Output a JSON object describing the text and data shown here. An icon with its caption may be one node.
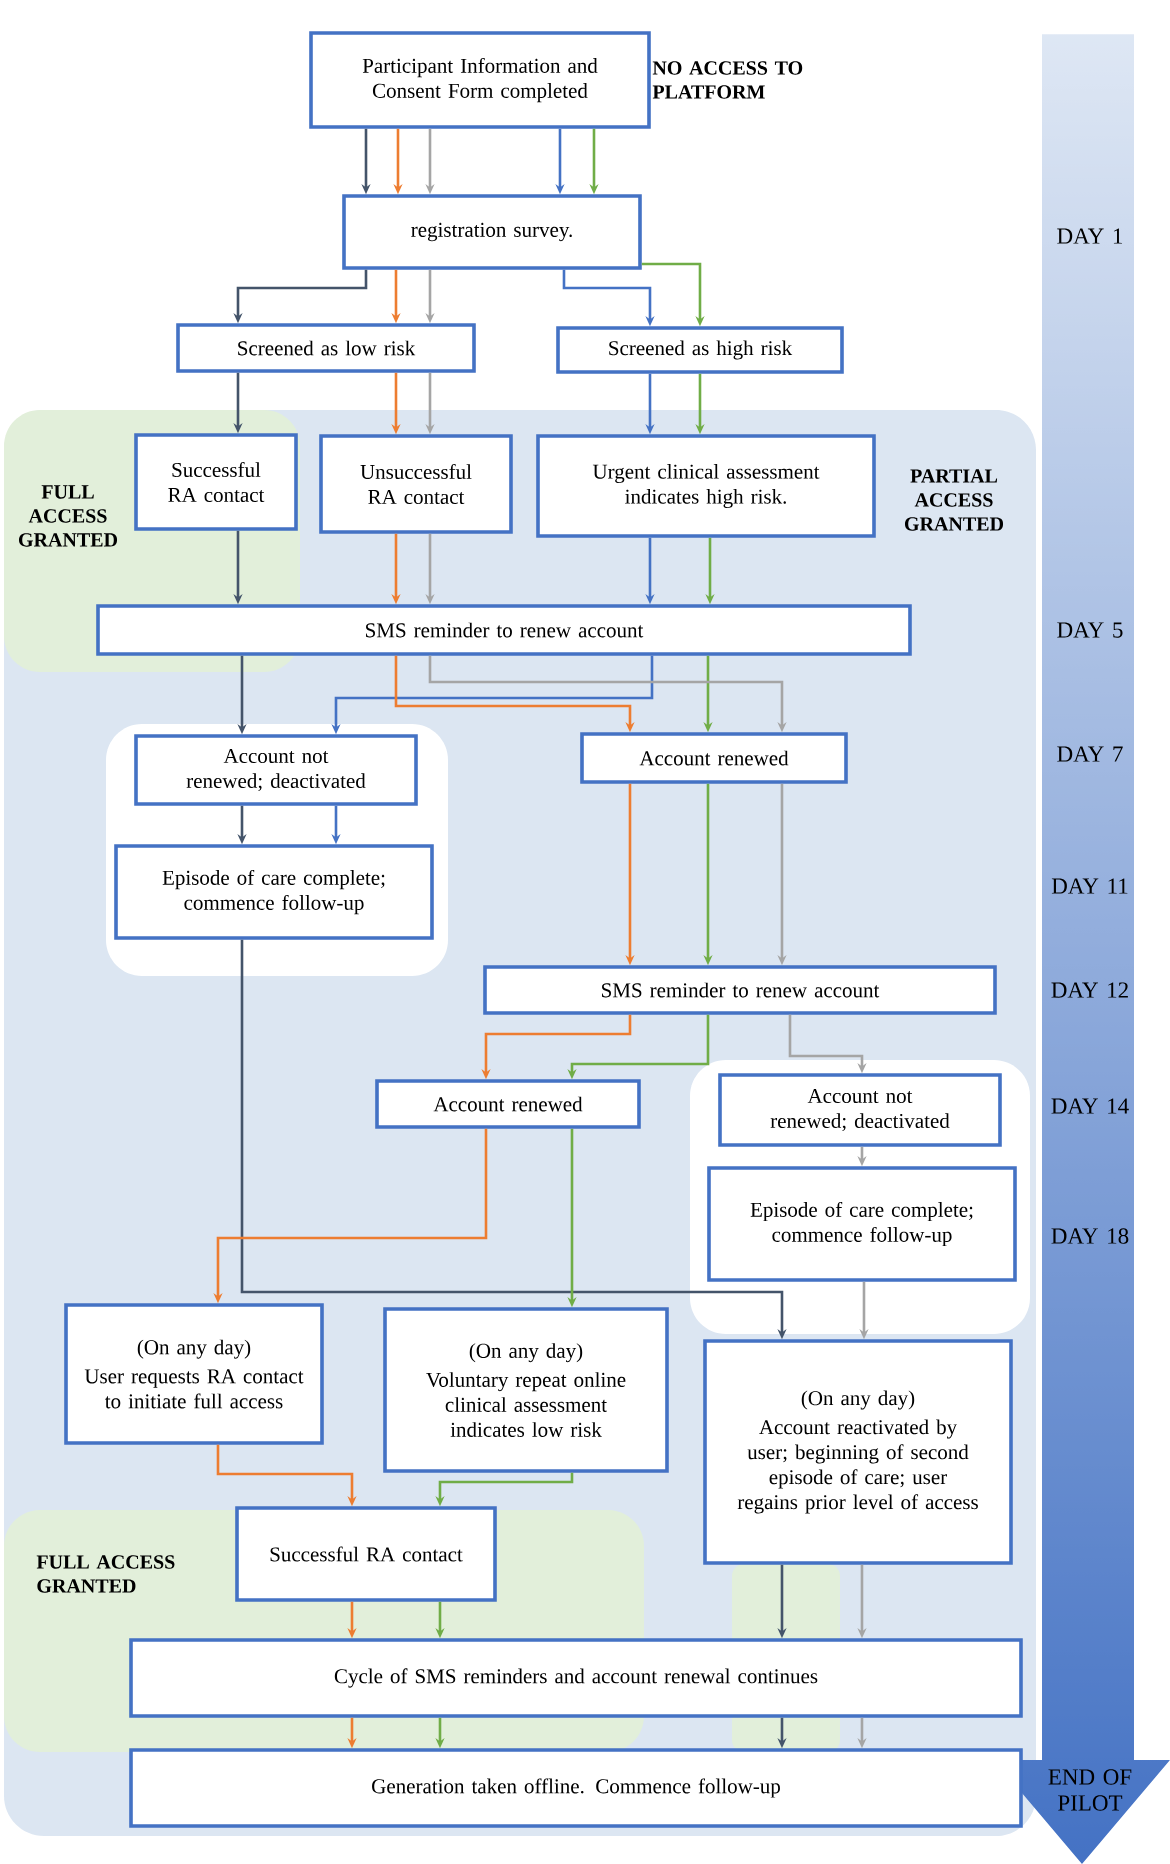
{
  "diagram": {
    "nodes": [
      {
        "text": [
          "Participant Information and Consent Form completed"
        ]
      },
      {
        "text": [
          "registration survey."
        ]
      },
      {
        "text": [
          "Screened as low risk"
        ]
      },
      {
        "text": [
          "Screened as high risk"
        ]
      },
      {
        "text": [
          "Successful RA contact"
        ]
      },
      {
        "text": [
          "Unsuccessful RA contact"
        ]
      },
      {
        "text": [
          "Urgent clinical assessment indicates high risk."
        ]
      },
      {
        "text": [
          "SMS reminder to renew account"
        ]
      },
      {
        "text": [
          "Account not renewed; deactivated"
        ]
      },
      {
        "text": [
          "Account renewed"
        ]
      },
      {
        "text": [
          "Episode of care complete; commence follow-up"
        ]
      },
      {
        "text": [
          "SMS reminder to renew account"
        ]
      },
      {
        "text": [
          "Account renewed"
        ]
      },
      {
        "text": [
          "Account not renewed; deactivated"
        ]
      },
      {
        "text": [
          "Episode of care complete; commence follow-up"
        ]
      },
      {
        "text": [
          "(On any day)",
          "User requests RA contact to initiate full access"
        ]
      },
      {
        "text": [
          "(On any day)",
          "Voluntary repeat online clinical assessment indicates low risk"
        ]
      },
      {
        "text": [
          "(On any day)",
          "Account reactivated by user; beginning of second episode of care; user regains prior level of access"
        ]
      },
      {
        "text": [
          "Successful RA contact"
        ]
      },
      {
        "text": [
          "Cycle of SMS reminders and account renewal continues"
        ]
      },
      {
        "text": [
          "Generation taken offline. Commence follow-up"
        ]
      }
    ],
    "edges": [
      {
        "from": 0,
        "to": 1,
        "arrow": "to",
        "color": "#44546a"
      },
      {
        "from": 0,
        "to": 1,
        "arrow": "to",
        "color": "#ed7d31"
      },
      {
        "from": 0,
        "to": 1,
        "arrow": "to",
        "color": "#a5a5a5"
      },
      {
        "from": 0,
        "to": 1,
        "arrow": "to",
        "color": "#4472c4"
      },
      {
        "from": 0,
        "to": 1,
        "arrow": "to",
        "color": "#70ad47"
      },
      {
        "from": 1,
        "to": 2,
        "arrow": "to",
        "color": "#44546a"
      },
      {
        "from": 1,
        "to": 2,
        "arrow": "to",
        "color": "#ed7d31"
      },
      {
        "from": 1,
        "to": 2,
        "arrow": "to",
        "color": "#a5a5a5"
      },
      {
        "from": 1,
        "to": 3,
        "arrow": "to",
        "color": "#4472c4"
      },
      {
        "from": 1,
        "to": 3,
        "arrow": "to",
        "color": "#70ad47"
      },
      {
        "from": 2,
        "to": 4,
        "arrow": "to",
        "color": "#44546a"
      },
      {
        "from": 2,
        "to": 5,
        "arrow": "to",
        "color": "#ed7d31"
      },
      {
        "from": 2,
        "to": 5,
        "arrow": "to",
        "color": "#a5a5a5"
      },
      {
        "from": 3,
        "to": 6,
        "arrow": "to",
        "color": "#4472c4"
      },
      {
        "from": 3,
        "to": 6,
        "arrow": "to",
        "color": "#70ad47"
      },
      {
        "from": 4,
        "to": 7,
        "arrow": "to",
        "color": "#44546a"
      },
      {
        "from": 5,
        "to": 7,
        "arrow": "to",
        "color": "#ed7d31"
      },
      {
        "from": 5,
        "to": 7,
        "arrow": "to",
        "color": "#a5a5a5"
      },
      {
        "from": 6,
        "to": 7,
        "arrow": "to",
        "color": "#4472c4"
      },
      {
        "from": 6,
        "to": 7,
        "arrow": "to",
        "color": "#70ad47"
      },
      {
        "from": 7,
        "to": 8,
        "arrow": "to",
        "color": "#44546a"
      },
      {
        "from": 7,
        "to": 8,
        "arrow": "to",
        "color": "#4472c4"
      },
      {
        "from": 7,
        "to": 9,
        "arrow": "to",
        "color": "#ed7d31"
      },
      {
        "from": 7,
        "to": 9,
        "arrow": "to",
        "color": "#70ad47"
      },
      {
        "from": 7,
        "to": 9,
        "arrow": "to",
        "color": "#a5a5a5"
      },
      {
        "from": 8,
        "to": 10,
        "arrow": "to",
        "color": "#44546a"
      },
      {
        "from": 8,
        "to": 10,
        "arrow": "to",
        "color": "#4472c4"
      },
      {
        "from": 9,
        "to": 11,
        "arrow": "to",
        "color": "#ed7d31"
      },
      {
        "from": 9,
        "to": 11,
        "arrow": "to",
        "color": "#70ad47"
      },
      {
        "from": 9,
        "to": 11,
        "arrow": "to",
        "color": "#a5a5a5"
      },
      {
        "from": 10,
        "to": 17,
        "arrow": "to",
        "color": "#44546a"
      },
      {
        "from": 11,
        "to": 12,
        "arrow": "to",
        "color": "#ed7d31"
      },
      {
        "from": 11,
        "to": 12,
        "arrow": "to",
        "color": "#70ad47"
      },
      {
        "from": 11,
        "to": 13,
        "arrow": "to",
        "color": "#a5a5a5"
      },
      {
        "from": 13,
        "to": 14,
        "arrow": "to",
        "color": "#a5a5a5"
      },
      {
        "from": 14,
        "to": 17,
        "arrow": "to",
        "color": "#a5a5a5"
      },
      {
        "from": 12,
        "to": 15,
        "arrow": "to",
        "color": "#ed7d31"
      },
      {
        "from": 12,
        "to": 16,
        "arrow": "to",
        "color": "#70ad47"
      },
      {
        "from": 15,
        "to": 18,
        "arrow": "to",
        "color": "#ed7d31"
      },
      {
        "from": 16,
        "to": 18,
        "arrow": "to",
        "color": "#70ad47"
      },
      {
        "from": 18,
        "to": 19,
        "arrow": "to",
        "color": "#ed7d31"
      },
      {
        "from": 18,
        "to": 19,
        "arrow": "to",
        "color": "#70ad47"
      },
      {
        "from": 17,
        "to": 19,
        "arrow": "to",
        "color": "#44546a"
      },
      {
        "from": 17,
        "to": 19,
        "arrow": "to",
        "color": "#a5a5a5"
      },
      {
        "from": 19,
        "to": 20,
        "arrow": "to",
        "color": "#ed7d31"
      },
      {
        "from": 19,
        "to": 20,
        "arrow": "to",
        "color": "#70ad47"
      },
      {
        "from": 19,
        "to": 20,
        "arrow": "to",
        "color": "#44546a"
      },
      {
        "from": 19,
        "to": 20,
        "arrow": "to",
        "color": "#a5a5a5"
      }
    ],
    "labels": [
      "NO ACCESS TO PLATFORM",
      "DAY 1",
      "FULL ACCESS GRANTED",
      "PARTIAL ACCESS GRANTED",
      "DAY 5",
      "DAY 7",
      "DAY 11",
      "DAY 12",
      "DAY 14",
      "DAY 18",
      "FULL ACCESS GRANTED",
      "END OF PILOT"
    ]
  }
}
